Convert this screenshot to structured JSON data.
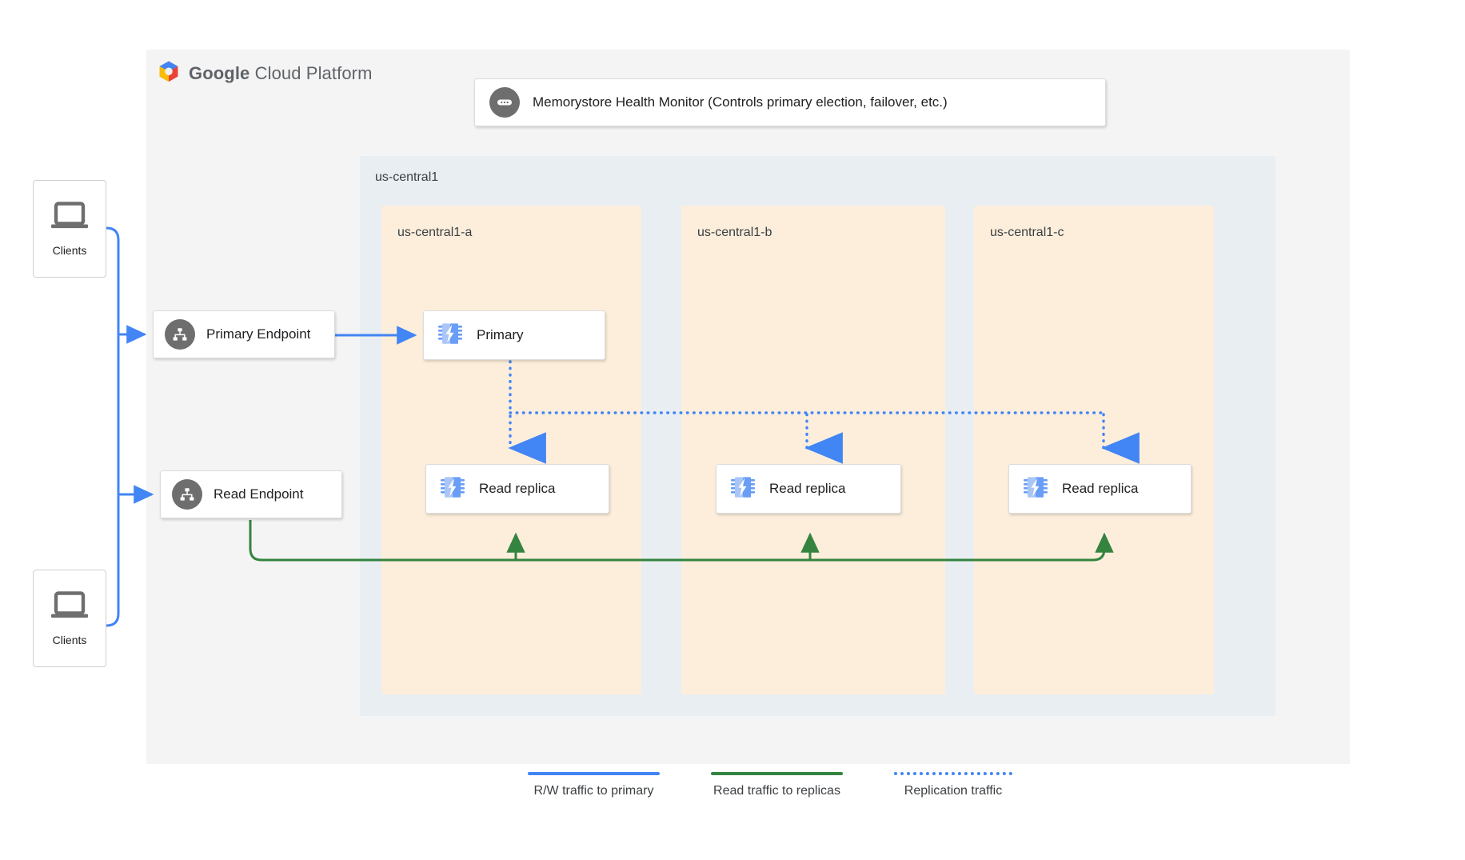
{
  "page": {
    "platform_name_bold": "Google",
    "platform_name_light": " Cloud Platform",
    "logo_icon": "google-cloud-hexagon-logo"
  },
  "health_monitor": {
    "label": "Memorystore Health Monitor (Controls primary election, failover, etc.)",
    "icon": "health-monitor-icon"
  },
  "region": {
    "label": "us-central1",
    "zones": [
      {
        "label": "us-central1-a"
      },
      {
        "label": "us-central1-b"
      },
      {
        "label": "us-central1-c"
      }
    ]
  },
  "endpoints": [
    {
      "label": "Primary Endpoint",
      "icon": "network-hierarchy-icon"
    },
    {
      "label": "Read Endpoint",
      "icon": "network-hierarchy-icon"
    }
  ],
  "nodes": {
    "primary": {
      "label": "Primary",
      "icon": "memorystore-chip-icon"
    },
    "replica_a": {
      "label": "Read replica",
      "icon": "memorystore-chip-icon"
    },
    "replica_b": {
      "label": "Read replica",
      "icon": "memorystore-chip-icon"
    },
    "replica_c": {
      "label": "Read replica",
      "icon": "memorystore-chip-icon"
    }
  },
  "clients": [
    {
      "label": "Clients",
      "icon": "laptop-icon"
    },
    {
      "label": "Clients",
      "icon": "laptop-icon"
    }
  ],
  "legend": [
    {
      "label": "R/W traffic to primary",
      "style": "solid",
      "color": "#4285f4"
    },
    {
      "label": "Read traffic to replicas",
      "style": "solid",
      "color": "#34843f"
    },
    {
      "label": "Replication traffic",
      "style": "dotted",
      "color": "#4285f4"
    }
  ],
  "colors": {
    "page_background": "#ffffff",
    "gcp_container": "#f4f4f4",
    "region_fill": "#e9eef2",
    "zone_fill": "#fdeedc",
    "blue_traffic": "#4285f4",
    "green_traffic": "#34843f",
    "icon_gray": "#6e6e6e"
  }
}
